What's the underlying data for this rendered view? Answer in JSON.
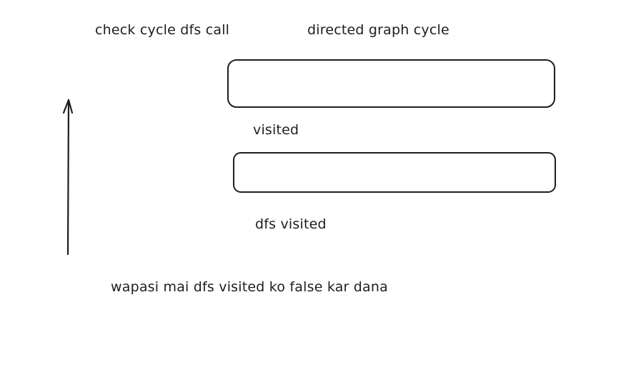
{
  "labels": {
    "check_cycle": "check cycle dfs call",
    "directed_graph": "directed graph cycle",
    "visited": "visited",
    "dfs_visited": "dfs visited",
    "reset_note": "wapasi mai dfs visited ko false kar dana"
  },
  "colors": {
    "stroke": "#1e1e1e",
    "background": "#ffffff"
  }
}
